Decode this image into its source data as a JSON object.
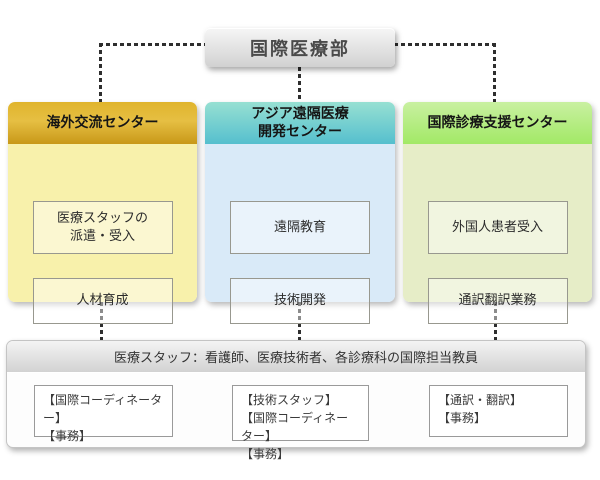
{
  "diagram": {
    "root": {
      "label": "国際医療部"
    },
    "columns": [
      {
        "name": "overseas-exchange-center",
        "title_lines": [
          "海外交流センター"
        ],
        "items": [
          {
            "lines": [
              "医療スタッフの",
              "派遣・受入"
            ]
          },
          {
            "lines": [
              "人材育成"
            ]
          }
        ],
        "colors": {
          "header_top": "#e0b42c",
          "header_bottom": "#c89818",
          "body": "#f8f1ab"
        }
      },
      {
        "name": "asia-telemedicine-development-center",
        "title_lines": [
          "アジア遠隔医療",
          "開発センター"
        ],
        "items": [
          {
            "lines": [
              "遠隔教育"
            ]
          },
          {
            "lines": [
              "技術開発"
            ]
          }
        ],
        "colors": {
          "header_top": "#97e0d2",
          "header_bottom": "#55bfce",
          "body": "#d9eaf8"
        }
      },
      {
        "name": "international-care-support-center",
        "title_lines": [
          "国際診療支援センター"
        ],
        "items": [
          {
            "lines": [
              "外国人患者受入"
            ]
          },
          {
            "lines": [
              "通訳翻訳業務"
            ]
          }
        ],
        "colors": {
          "header_top": "#c9f0a1",
          "header_bottom": "#a2e966",
          "body": "#e6edc7"
        }
      }
    ],
    "staff_panel": {
      "title": "医療スタッフ：看護師、医療技術者、各診療科の国際担当教員",
      "groups": [
        {
          "lines": [
            "【国際コーディネーター】",
            "【事務】"
          ]
        },
        {
          "lines": [
            "【技術スタッフ】",
            "【国際コーディネーター】",
            "【事務】"
          ]
        },
        {
          "lines": [
            "【通訳・翻訳】",
            "【事務】"
          ]
        }
      ]
    },
    "connector_color": "#2e2e2e",
    "root_box_gradient": {
      "top": "#f6f6f6",
      "bottom": "#d1d1d1"
    }
  }
}
